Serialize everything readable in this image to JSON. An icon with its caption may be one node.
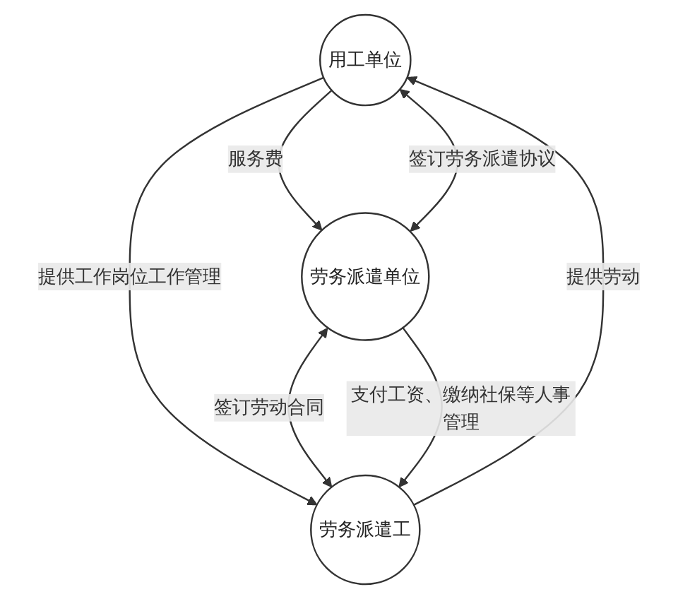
{
  "diagram": {
    "nodes": [
      {
        "text": [
          "用工单位"
        ]
      },
      {
        "text": [
          "劳务派遣单位"
        ]
      },
      {
        "text": [
          "劳务派遣工"
        ]
      }
    ],
    "edges": [
      {
        "from": 1,
        "to": 0,
        "arrow": "both",
        "label": "签订劳务派遣协议"
      },
      {
        "from": 0,
        "to": 1,
        "arrow": "to",
        "label": "服务费"
      },
      {
        "from": 2,
        "to": 0,
        "arrow": "to",
        "label": "提供劳动"
      },
      {
        "from": 0,
        "to": 2,
        "arrow": "to",
        "label": "提供工作岗位工作管理"
      },
      {
        "from": 1,
        "to": 2,
        "arrow": "both",
        "label": "签订劳动合同"
      },
      {
        "from": 1,
        "to": 2,
        "arrow": "to",
        "label": "支付工资、缴纳社保等人事管理"
      }
    ]
  }
}
